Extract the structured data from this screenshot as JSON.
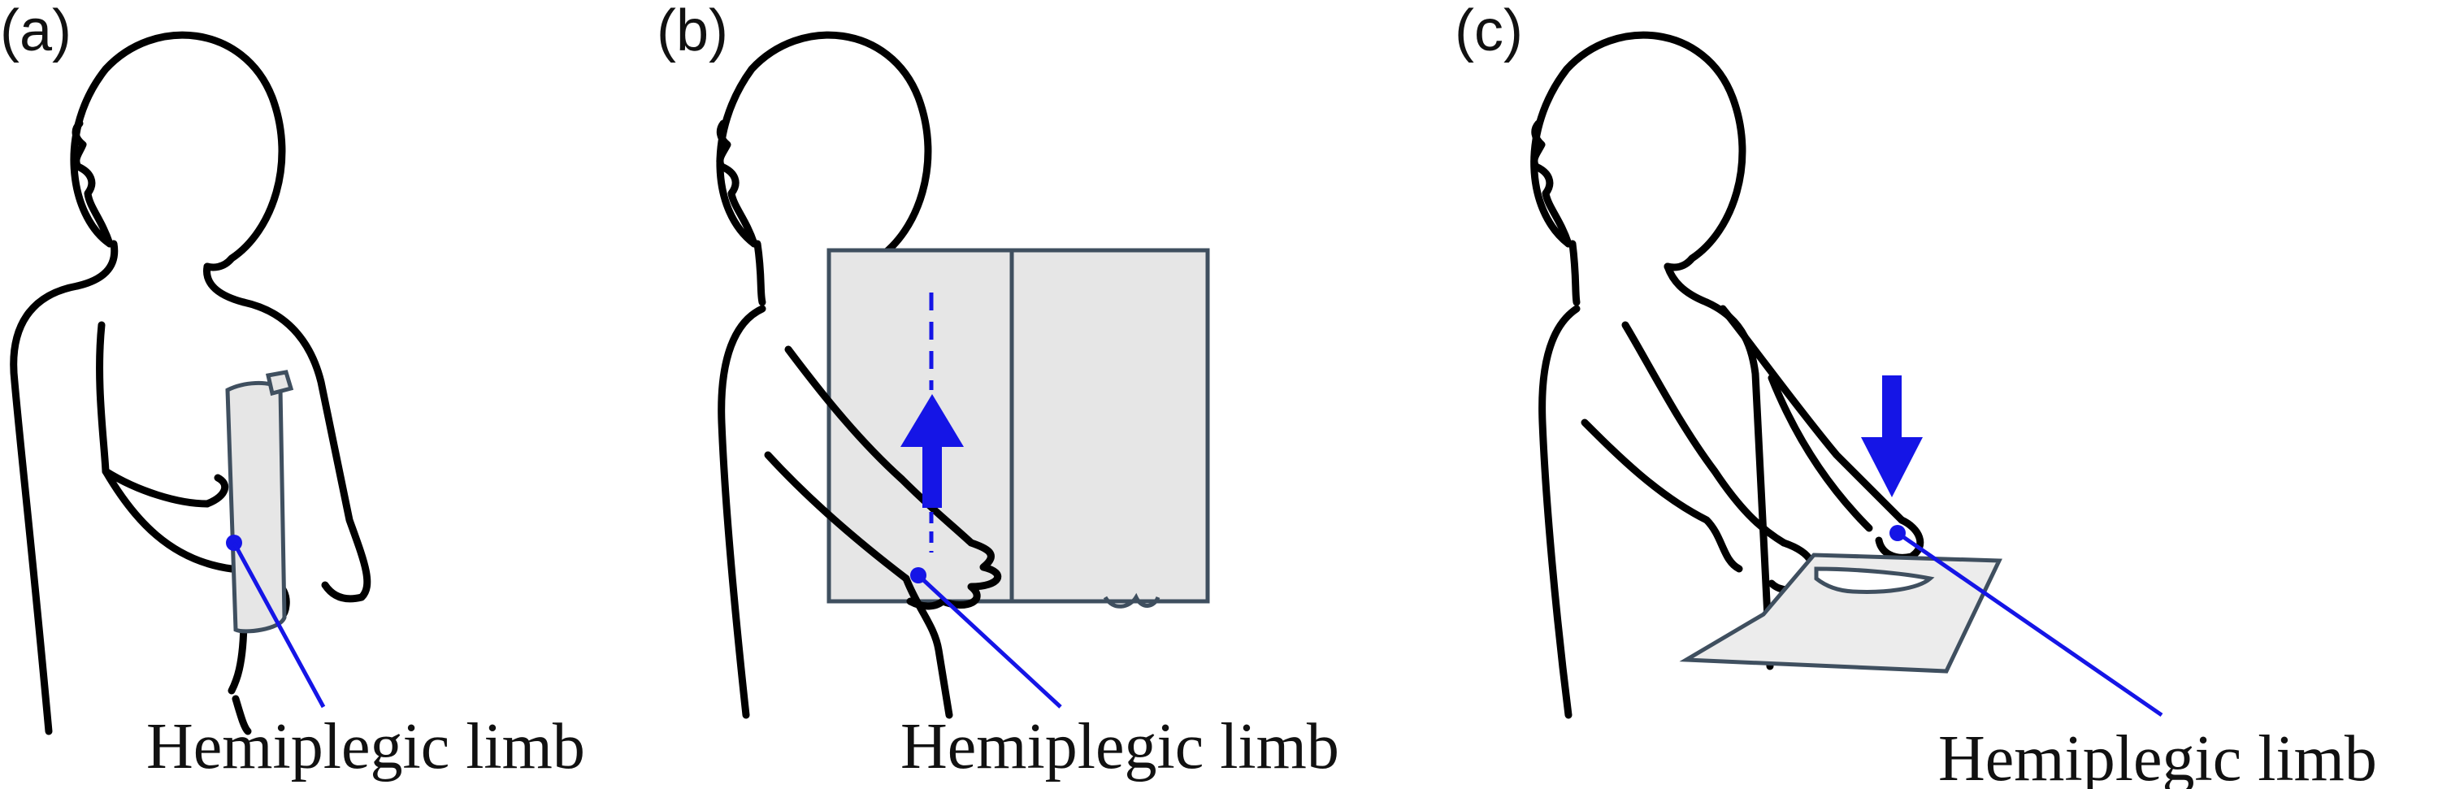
{
  "figure": {
    "panels": [
      {
        "id": "a",
        "letter": "(a)",
        "callout": "Hemiplegic limb",
        "object": "small container held against body",
        "arrow": ""
      },
      {
        "id": "b",
        "letter": "(b)",
        "callout": "Hemiplegic limb",
        "object": "large box lifted with both arms",
        "arrow": "upward"
      },
      {
        "id": "c",
        "letter": "(c)",
        "callout": "Hemiplegic limb",
        "object": "knife and cutting board",
        "arrow": "downward"
      }
    ]
  },
  "colors": {
    "line": "#000000",
    "callout": "#1515e6",
    "arrow": "#1515e6",
    "object_fill": "#e6e6e6",
    "object_stroke": "#3f4f5f"
  }
}
